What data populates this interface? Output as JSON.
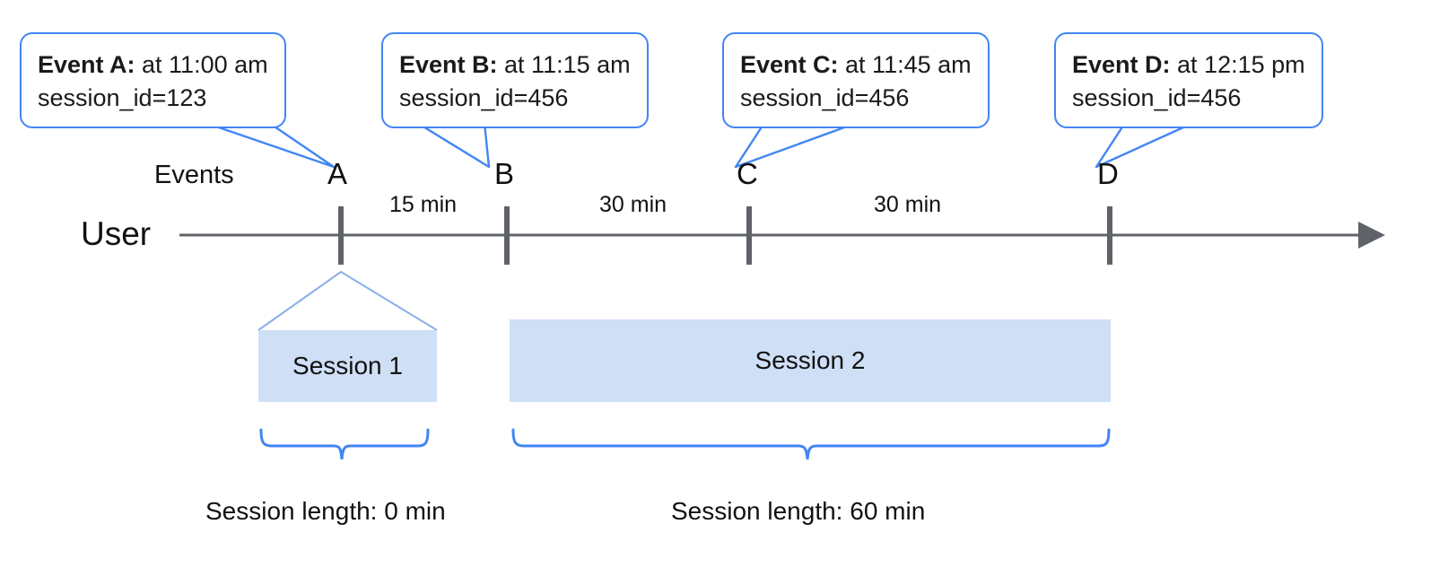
{
  "diagram": {
    "title_row_label": "Events",
    "actor_label": "User",
    "accent_color": "#4285f4",
    "band_fill_color": "#cfdff5",
    "axis_color": "#5f6368"
  },
  "callouts": [
    {
      "name": "event-a",
      "bold": "Event A:",
      "rest": " at 11:00 am",
      "line2": "session_id=123"
    },
    {
      "name": "event-b",
      "bold": "Event B:",
      "rest": " at 11:15 am",
      "line2": "session_id=456"
    },
    {
      "name": "event-c",
      "bold": "Event C:",
      "rest": " at 11:45 am",
      "line2": "session_id=456"
    },
    {
      "name": "event-d",
      "bold": "Event D:",
      "rest": " at 12:15 pm",
      "line2": "session_id=456"
    }
  ],
  "markers": [
    {
      "letter": "A"
    },
    {
      "letter": "B"
    },
    {
      "letter": "C"
    },
    {
      "letter": "D"
    }
  ],
  "intervals": [
    {
      "label": "15 min"
    },
    {
      "label": "30 min"
    },
    {
      "label": "30 min"
    }
  ],
  "sessions": [
    {
      "label": "Session 1",
      "caption": "Session length: 0 min"
    },
    {
      "label": "Session 2",
      "caption": "Session length: 60 min"
    }
  ]
}
